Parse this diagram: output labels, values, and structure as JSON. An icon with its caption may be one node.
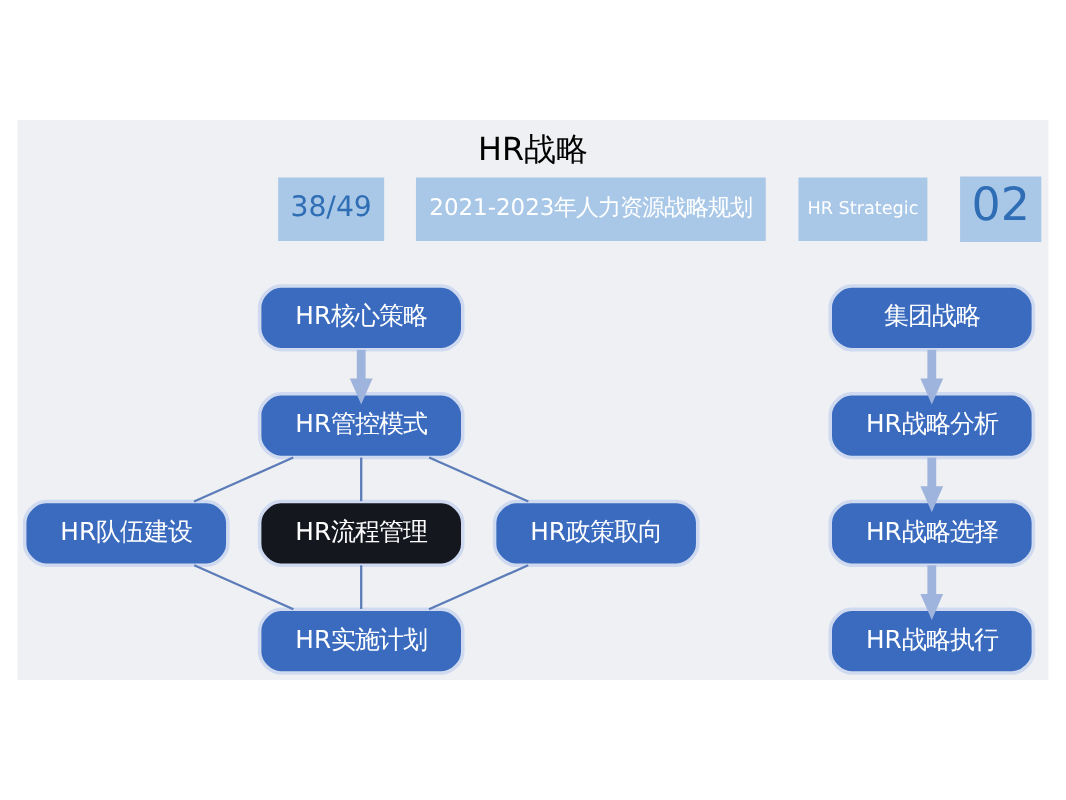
{
  "diagram": {
    "title": "HR战略",
    "nodes": [
      {
        "text": [
          "HR核心策略"
        ]
      },
      {
        "text": [
          "HR管控模式"
        ]
      },
      {
        "text": [
          "HR队伍建设"
        ]
      },
      {
        "text": [
          "HR流程管理"
        ]
      },
      {
        "text": [
          "HR政策取向"
        ]
      },
      {
        "text": [
          "HR实施计划"
        ]
      },
      {
        "text": [
          "集团战略"
        ]
      },
      {
        "text": [
          "HR战略分析"
        ]
      },
      {
        "text": [
          "HR战略选择"
        ]
      },
      {
        "text": [
          "HR战略执行"
        ]
      }
    ],
    "edges": [
      {
        "from": 0,
        "to": 1,
        "arrow": "to",
        "style": "thick",
        "color": "#9fb4dc"
      },
      {
        "from": 1,
        "to": 2,
        "arrow": "none"
      },
      {
        "from": 1,
        "to": 3,
        "arrow": "none"
      },
      {
        "from": 1,
        "to": 4,
        "arrow": "none"
      },
      {
        "from": 2,
        "to": 5,
        "arrow": "none"
      },
      {
        "from": 3,
        "to": 5,
        "arrow": "none"
      },
      {
        "from": 4,
        "to": 5,
        "arrow": "none"
      },
      {
        "from": 6,
        "to": 7,
        "arrow": "to",
        "style": "thick",
        "color": "#9fb4dc"
      },
      {
        "from": 7,
        "to": 8,
        "arrow": "to",
        "style": "thick",
        "color": "#9fb4dc"
      },
      {
        "from": 8,
        "to": 9,
        "arrow": "to",
        "style": "thick",
        "color": "#9fb4dc"
      }
    ],
    "labels": [
      "38/49",
      "2021-2023年人力资源战略规划",
      "HR Strategic",
      "02"
    ]
  }
}
